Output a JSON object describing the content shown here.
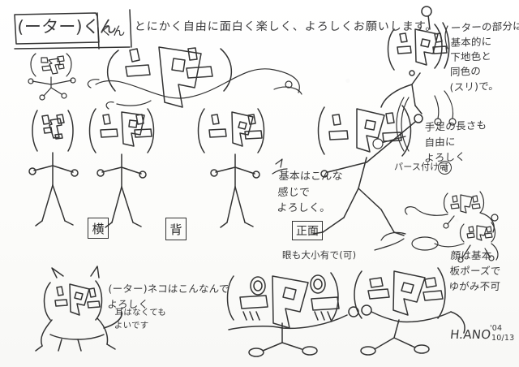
{
  "sheet": {
    "kind": "hand-drawn character model sheet",
    "title": "(ーター)くん",
    "header_note": "とにかく自由に面白く楽しく、よろしくお願いします。",
    "signature": "H.ANO",
    "signature_year": "'04",
    "signature_date": "10/13"
  },
  "annotations": {
    "right_top": "ーターの部分は\n基本的に\n下地色と\n同色の\n(スリ)で。",
    "right_limbs": "手足の長さも\n自由に\nよろしく",
    "perspective_ok": "パース付け可",
    "center_basic": "基本はこんな\n感じで\nよろしく。",
    "eyes_note": "眼も大小有で(可)",
    "face_note": "顔は基本\n板ポーズで\nゆがみ不可",
    "cat_note": "(ーター)ネコはこんなんで\nよろしく",
    "ear_note": "耳はなくても\nよいです"
  },
  "view_labels": {
    "side": "横",
    "back": "背",
    "front": "正面"
  },
  "face_tags": {
    "small_face_left": "(ーター)",
    "big_face_top": "(ーター)",
    "face_row_1": "(ーター)",
    "face_row_2": "(ーター)",
    "face_row_3": "(ーター)",
    "face_row_4": "(ーター)",
    "cat_face": "(ーター)",
    "dance_face_a": "(ーター)",
    "dance_face_b": "(ーター)",
    "small_sketch_a": "(ーター)",
    "small_sketch_b": "(ーター)"
  },
  "colors": {
    "ink": "#333333",
    "paper": "#fdfdfb"
  }
}
